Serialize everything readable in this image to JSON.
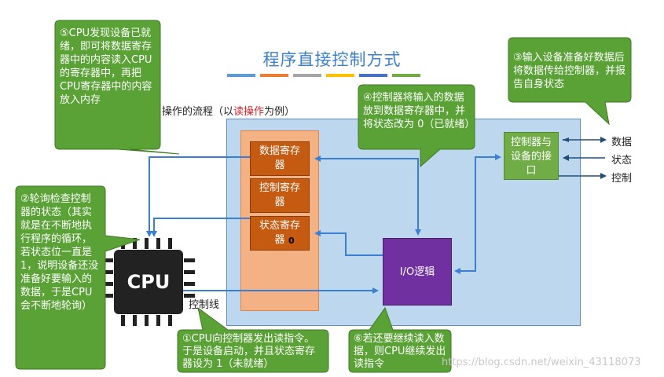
{
  "title": "程序直接控制方式",
  "title_bar_colors": [
    "#5b9bd5",
    "#ed7d31",
    "#a5a5a5",
    "#ffc000",
    "#4472c4",
    "#70ad47"
  ],
  "subtitle": {
    "prefix": "操作的流程（以",
    "highlight": "读操作",
    "suffix": "为例）"
  },
  "controller": {
    "registers": [
      "数据寄存器",
      "控制寄存器",
      "状态寄存器"
    ],
    "status_value": "0"
  },
  "interface_label": "控制器与设备的接口",
  "io_logic_label": "I/O逻辑",
  "cpu_label": "CPU",
  "signals": [
    "数据",
    "状态",
    "控制"
  ],
  "control_line_label": "控制线",
  "notes": {
    "n1": "①CPU向控制器发出读指令。于是设备启动，并且状态寄存器设为 1（未就绪）",
    "n2": "②轮询检查控制器的状态（其实就是在不断地执行程序的循环，若状态位一直是 1，说明设备还没准备好要输入的数据，于是CPU会不断地轮询）",
    "n3": "③输入设备准备好数据后将数据传给控制器，并报告自身状态",
    "n4": "④控制器将输入的数据放到数据寄存器中，并将状态改为 0（已就绪）",
    "n5": "⑤CPU发现设备已就绪，即可将数据寄存器中的内容读入CPU的寄存器中，再把CPU寄存器中的内容放入内存",
    "n6": "⑥若还要继续读入数据，则CPU继续发出读指令"
  },
  "colors": {
    "bubble": "#5aa136",
    "panel": "#bdd7ee",
    "controller": "#f4b183",
    "register": "#c55a11",
    "io_logic": "#7030a0",
    "interface": "#70ad47",
    "arrow": "#3a7fd4"
  },
  "watermark": "https://blog.csdn.net/weixin_43118073"
}
